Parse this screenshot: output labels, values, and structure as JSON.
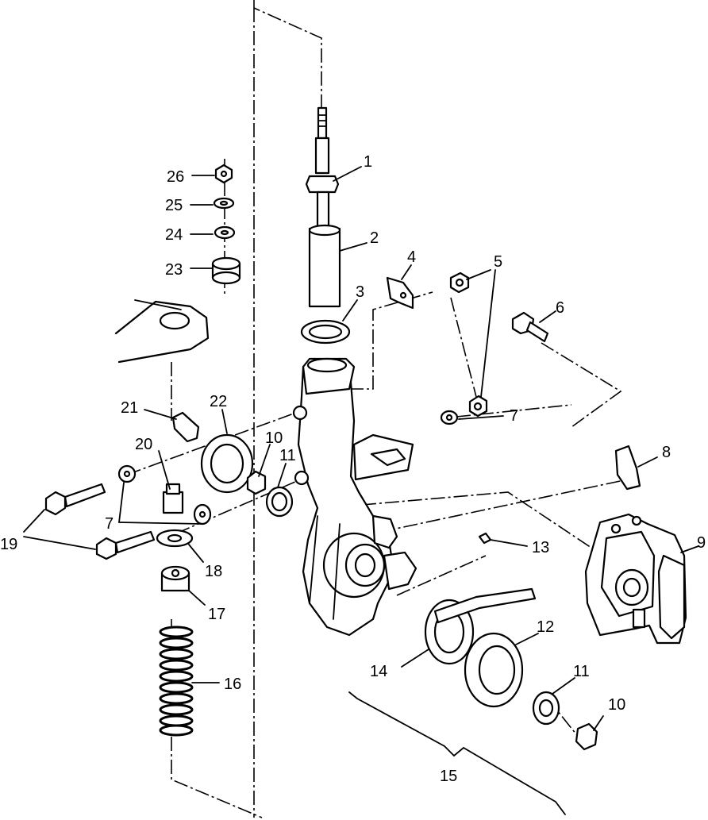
{
  "callouts": {
    "c1": "1",
    "c2": "2",
    "c3": "3",
    "c4": "4",
    "c5": "5",
    "c6": "6",
    "c7a": "7",
    "c7b": "7",
    "c8": "8",
    "c9": "9",
    "c10a": "10",
    "c10b": "10",
    "c11a": "11",
    "c11b": "11",
    "c12": "12",
    "c13": "13",
    "c14": "14",
    "c15": "15",
    "c16": "16",
    "c17": "17",
    "c18": "18",
    "c19": "19",
    "c20": "20",
    "c21": "21",
    "c22": "22",
    "c23": "23",
    "c24": "24",
    "c25": "25",
    "c26": "26"
  }
}
